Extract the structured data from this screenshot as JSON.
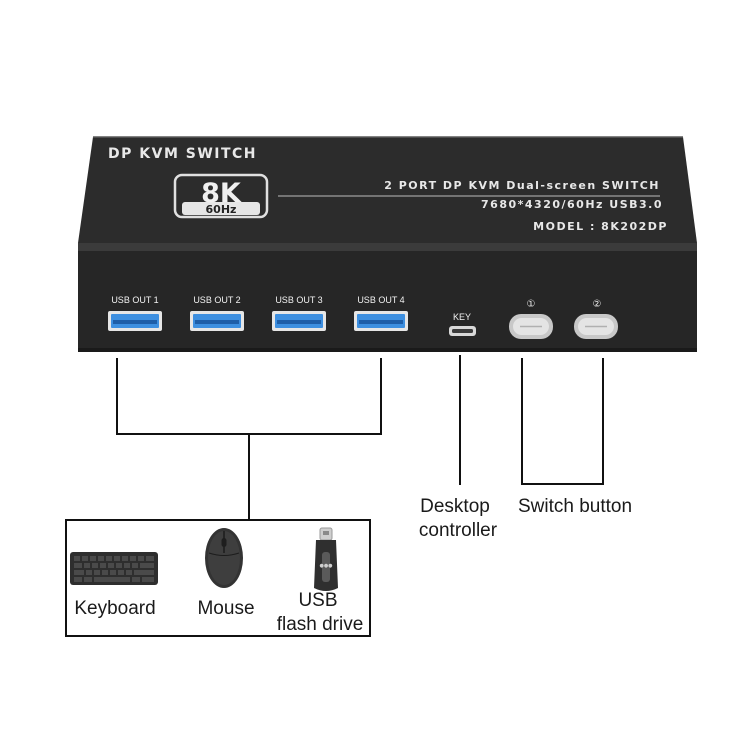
{
  "device": {
    "brand_text": "DP KVM SWITCH",
    "badge_main": "8K",
    "badge_sub": "60Hz",
    "subtitle_line1": "2 PORT DP KVM Dual-screen SWITCH",
    "subtitle_line2": "7680*4320/60Hz  USB3.0",
    "model_text": "MODEL : 8K202DP",
    "usb_ports": [
      {
        "label": "USB OUT 1"
      },
      {
        "label": "USB OUT 2"
      },
      {
        "label": "USB OUT 3"
      },
      {
        "label": "USB OUT 4"
      }
    ],
    "key_label": "KEY",
    "button1_label": "①",
    "button2_label": "②",
    "colors": {
      "body": "#2a2a2a",
      "usb_blue": "#3d8fe0",
      "button_silver": "#c8c8c8"
    }
  },
  "callouts": {
    "desktop_controller_line1": "Desktop",
    "desktop_controller_line2": "controller",
    "switch_button": "Switch button"
  },
  "peripherals": {
    "keyboard": "Keyboard",
    "mouse": "Mouse",
    "usb_line1": "USB",
    "usb_line2": "flash drive"
  }
}
